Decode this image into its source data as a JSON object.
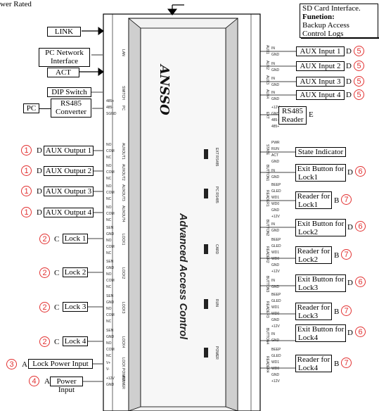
{
  "top_left_fragment": "wer Rated",
  "sd_card": {
    "title": "SD Card Interface.",
    "function_label": "Funetion:",
    "line1": "Backup Access",
    "line2": "Control Logs"
  },
  "left_boxes": {
    "link": "LINK",
    "pc_network_1": "PC Network",
    "pc_network_2": "Interface",
    "act": "ACT",
    "dip": "DIP Switch",
    "pc": "PC",
    "rs485_conv_1": "RS485",
    "rs485_conv_2": "Converter",
    "aux_out_1": "AUX Output 1",
    "aux_out_2": "AUX Output 2",
    "aux_out_3": "AUX Output 3",
    "aux_out_4": "AUX Output 4",
    "lock1": "Lock 1",
    "lock2": "Lock 2",
    "lock3": "Lock 3",
    "lock4": "Lock 4",
    "lock_power": "Lock Power Input",
    "power": "Power Input"
  },
  "left_letters": {
    "d": "D",
    "c": "C",
    "a": "A"
  },
  "left_nums": {
    "n1": "1",
    "n2": "2",
    "n3": "3",
    "n4": "4"
  },
  "right_boxes": {
    "aux_in_1": "AUX Input 1",
    "aux_in_2": "AUX Input 2",
    "aux_in_3": "AUX Input 3",
    "aux_in_4": "AUX Input 4",
    "rs485_reader_1": "RS485",
    "rs485_reader_2": "Reader",
    "state": "State Indicator",
    "exit_1a": "Exit Button for",
    "exit_1b": "Lock1",
    "exit_2b": "Lock2",
    "exit_3b": "Lock3",
    "exit_4b": "Lock4",
    "reader_a": "Reader for",
    "reader_1b": "Lock1",
    "reader_2b": "Lock2",
    "reader_3b": "Lock3",
    "reader_4b": "Lock4"
  },
  "right_letters": {
    "d": "D",
    "e": "E",
    "b": "B"
  },
  "right_nums": {
    "n5": "5",
    "n6": "6",
    "n7": "7"
  },
  "board": {
    "title": "Advanced Access Control",
    "brand": "ANSSO",
    "led_ext": "EXT RS485",
    "led_pc": "PC RS485",
    "led_card": "CARD",
    "led_run": "RUN",
    "led_power": "POWER"
  },
  "left_terms": {
    "lan": "LAN",
    "switch": "SWITCH",
    "pc_group": [
      "485+",
      "485-",
      "SGND"
    ],
    "pc_lbl": "PC",
    "aux_group": [
      "NO",
      "COM",
      "NC"
    ],
    "auxout1": "AUXOUT1",
    "auxout2": "AUXOUT2",
    "auxout3": "AUXOUT3",
    "auxout4": "AUXOUT4",
    "lock_group": [
      "SEN",
      "GND",
      "NO",
      "COM",
      "NC"
    ],
    "lock1": "LOCK1",
    "lock2": "LOCK2",
    "lock3": "LOCK3",
    "lock4": "LOCK4",
    "lpow_group": [
      "V+",
      "V-"
    ],
    "lpow": "LOCK POWER",
    "pow_group": [
      "+12V",
      "GND"
    ],
    "pow": "POWER"
  },
  "right_terms": {
    "in_gnd": [
      "IN",
      "GND"
    ],
    "aux1": "AUX1",
    "aux2": "AUX2",
    "aux3": "AUX3",
    "aux4": "AUX4",
    "ext_group": [
      "+12V",
      "GND",
      "485-",
      "485+"
    ],
    "ext": "EXT",
    "state_group": [
      "PWR",
      "RUN",
      "ACT",
      "GND"
    ],
    "state": "STATE",
    "button1": "BUTTON1",
    "button2": "BUTTON2",
    "button3": "BUTTON3",
    "button4": "BUTTON4",
    "reader_group": [
      "BEEP",
      "GLED",
      "WD1",
      "WD0",
      "GND",
      "+12V"
    ],
    "reader1": "READER1",
    "reader2": "READER2",
    "reader3": "READER3",
    "reader4": "READER4"
  }
}
